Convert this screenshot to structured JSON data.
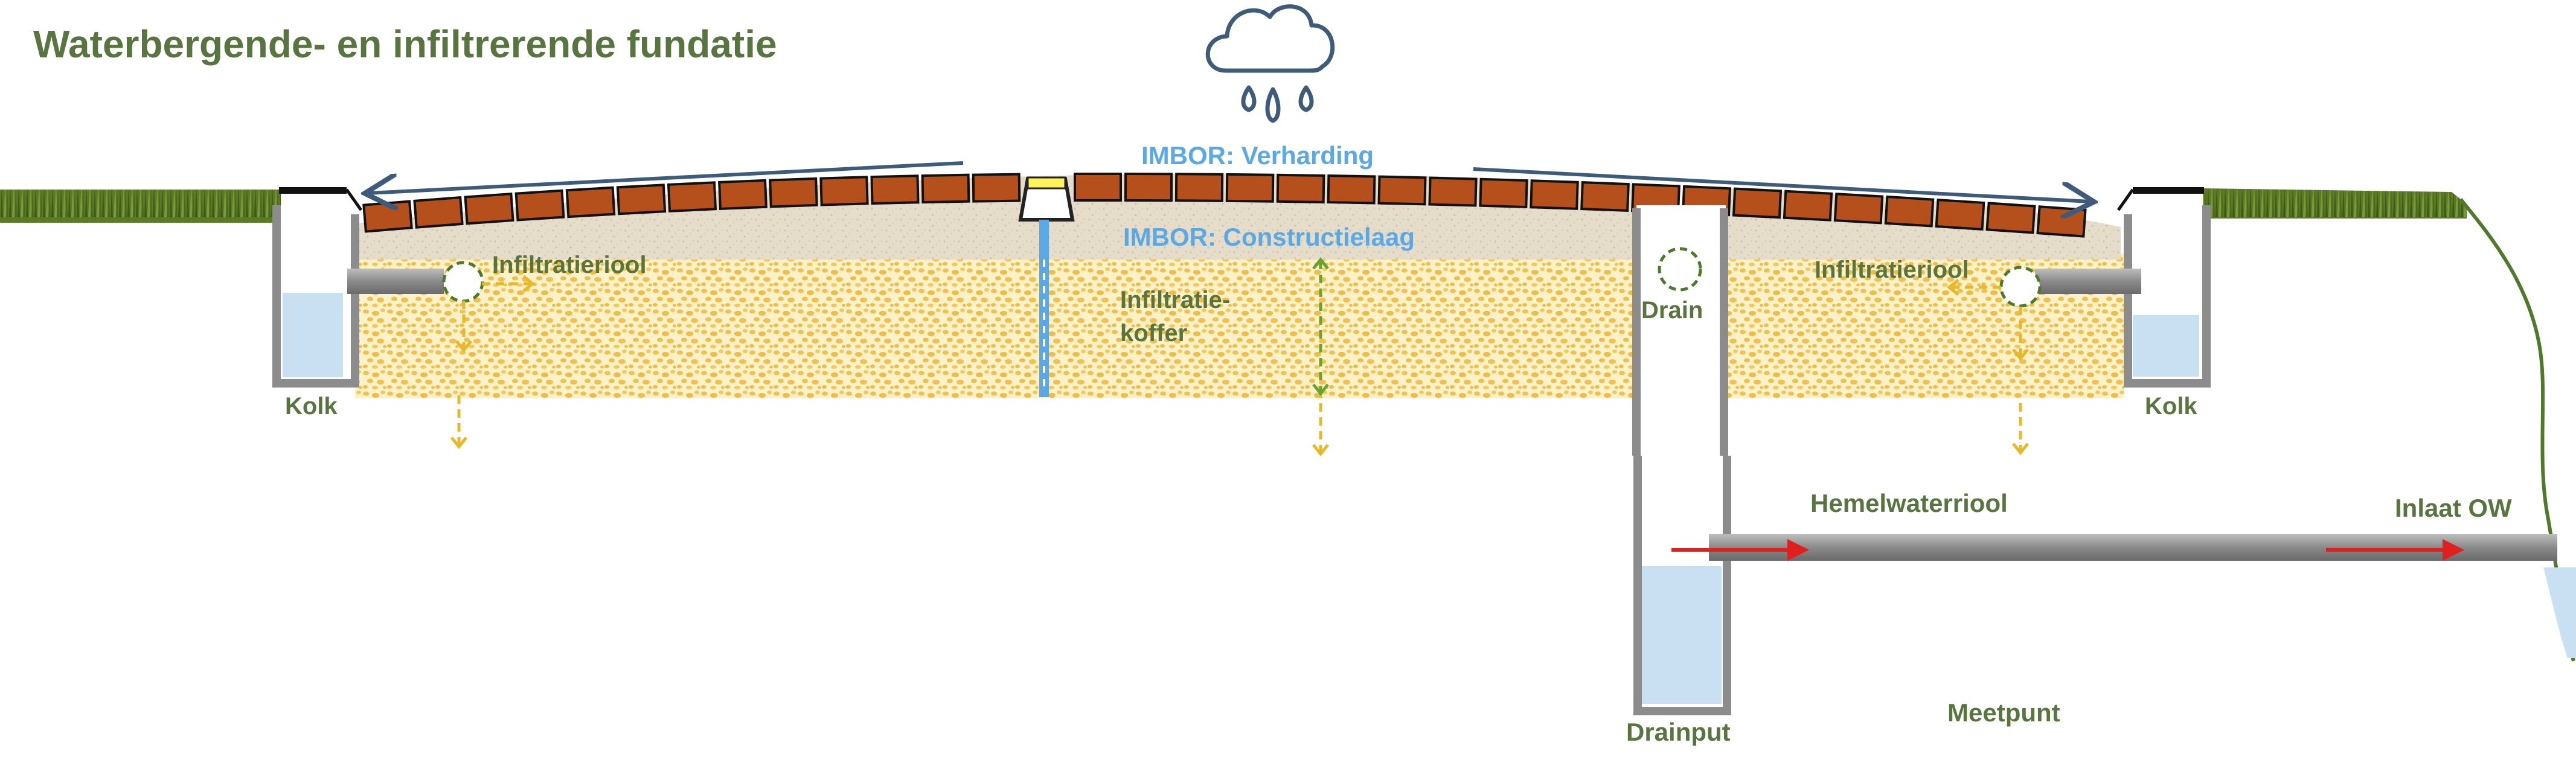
{
  "title": "Waterbergende- en infiltrerende fundatie",
  "labels": {
    "verharding": "IMBOR: Verharding",
    "constructielaag": "IMBOR: Constructielaag",
    "infiltratieriool_left": "Infiltratieriool",
    "infiltratieriool_right": "Infiltratieriool",
    "infiltratiekoffer_line1": "Infiltratie-",
    "infiltratiekoffer_line2": "koffer",
    "drain": "Drain",
    "kolk_left": "Kolk",
    "kolk_right": "Kolk",
    "hemelwaterriool": "Hemelwaterriool",
    "inlaat_ow": "Inlaat OW",
    "drainput": "Drainput",
    "meetpunt": "Meetpunt"
  },
  "icons": {
    "rain_cloud": "rain-cloud-icon"
  },
  "colors": {
    "title_green": "#587540",
    "imbor_blue": "#5aa9e6",
    "brick": "#b5501c",
    "sand": "#e3dbc7",
    "gravel": "#f2cd63",
    "water": "#c8e0f1",
    "pipe_grey": "#8d8d8d",
    "flow_red": "#e01f1f",
    "runoff_arrow": "#3e5c7a",
    "grass": "#4f6e22"
  }
}
